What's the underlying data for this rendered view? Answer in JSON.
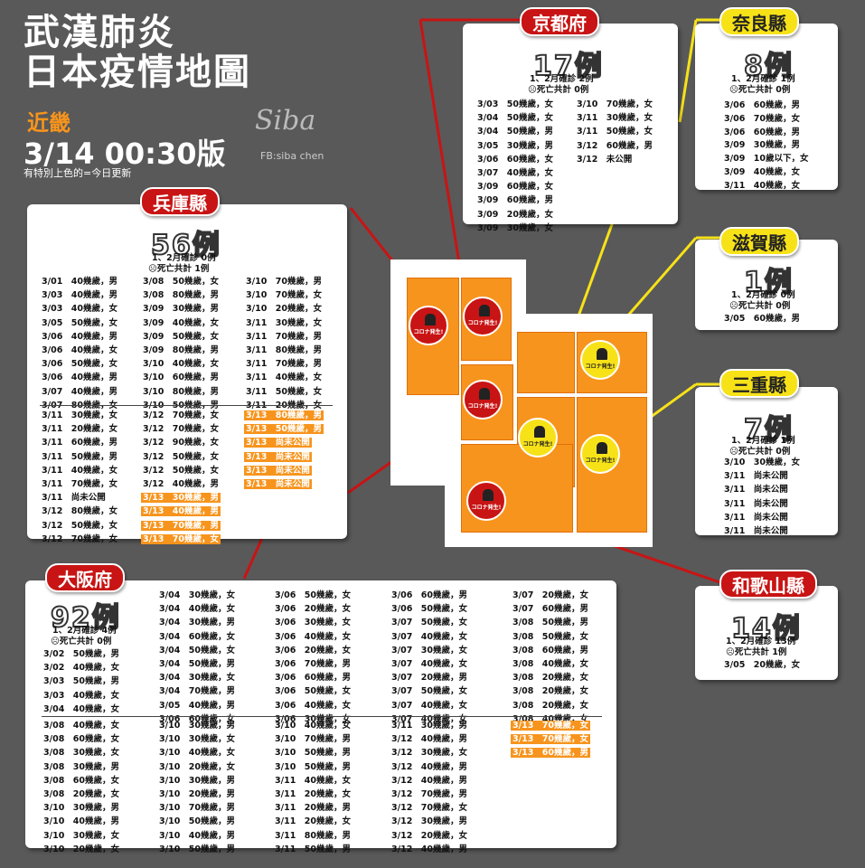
{
  "header": {
    "title1": "武漢肺炎",
    "title2": "日本疫情地圖",
    "region": "近畿",
    "version": "3/14 00:30版",
    "note": "有特別上色的=今日更新",
    "signature": "Siba",
    "fb": "FB:siba chen"
  },
  "marker_label": "コロナ発生!",
  "colors": {
    "red": "#c81414",
    "yellow": "#f7e218",
    "orange": "#f7941d",
    "background": "#595959"
  },
  "boxes": {
    "kyoto": {
      "name": "京都府",
      "count": "17例",
      "sub1": "1、2月確診 2例",
      "sub2": "☹死亡共計 0例",
      "cols": [
        [
          {
            "t": "3/03　50幾歲，女"
          },
          {
            "t": "3/04　50幾歲，女"
          },
          {
            "t": "3/04　50幾歲，男"
          },
          {
            "t": "3/05　30幾歲，男"
          },
          {
            "t": "3/06　60幾歲，女"
          },
          {
            "t": "3/07　40幾歲，女"
          },
          {
            "t": "3/09　60幾歲，女"
          },
          {
            "t": "3/09　60幾歲，男"
          },
          {
            "t": "3/09　20幾歲，女"
          },
          {
            "t": "3/09　30幾歲，女"
          }
        ],
        [
          {
            "t": "3/10　70幾歲，女"
          },
          {
            "t": "3/11　30幾歲，女"
          },
          {
            "t": "3/11　50幾歲，女"
          },
          {
            "t": "3/12　60幾歲，男"
          },
          {
            "t": "3/12　未公開"
          }
        ]
      ]
    },
    "nara": {
      "name": "奈良縣",
      "count": "8例",
      "sub1": "1、2月確診 1例",
      "sub2": "☹死亡共計 0例",
      "cols": [
        [
          {
            "t": "3/06　60幾歲，男"
          },
          {
            "t": "3/06　70幾歲，女"
          },
          {
            "t": "3/06　60幾歲，男"
          },
          {
            "t": "3/09　30幾歲，男"
          },
          {
            "t": "3/09　10歲以下，女"
          },
          {
            "t": "3/09　40幾歲，女"
          },
          {
            "t": "3/11　40幾歲，女"
          }
        ]
      ]
    },
    "shiga": {
      "name": "滋賀縣",
      "count": "1例",
      "sub1": "1、2月確診 0例",
      "sub2": "☹死亡共計 0例",
      "cols": [
        [
          {
            "t": "3/05　60幾歲，男"
          }
        ]
      ]
    },
    "mie": {
      "name": "三重縣",
      "count": "7例",
      "sub1": "1、2月確診 1例",
      "sub2": "☹死亡共計 0例",
      "cols": [
        [
          {
            "t": "3/10　30幾歲，女"
          },
          {
            "t": "3/11　尚未公開"
          },
          {
            "t": "3/11　尚未公開"
          },
          {
            "t": "3/11　尚未公開"
          },
          {
            "t": "3/11　尚未公開"
          },
          {
            "t": "3/11　尚未公開"
          }
        ]
      ]
    },
    "wakayama": {
      "name": "和歌山縣",
      "count": "14例",
      "sub1": "1、2月確診 13例",
      "sub2": "☹死亡共計 1例",
      "cols": [
        [
          {
            "t": "3/05　20幾歲，女"
          }
        ]
      ]
    },
    "hyogo": {
      "name": "兵庫縣",
      "count": "56例",
      "sub1": "1、2月確診 0例",
      "sub2": "☹死亡共計 1例",
      "cols": [
        [
          {
            "t": "3/01　40幾歲，男"
          },
          {
            "t": "3/03　40幾歲，男"
          },
          {
            "t": "3/03　40幾歲，女"
          },
          {
            "t": "3/05　50幾歲，女"
          },
          {
            "t": "3/06　40幾歲，男"
          },
          {
            "t": "3/06　40幾歲，女"
          },
          {
            "t": "3/06　50幾歲，女"
          },
          {
            "t": "3/06　40幾歲，男"
          },
          {
            "t": "3/07　40幾歲，男"
          },
          {
            "t": "3/07　80幾歲，女"
          }
        ],
        [
          {
            "t": "3/08　50幾歲，女"
          },
          {
            "t": "3/08　80幾歲，男"
          },
          {
            "t": "3/09　30幾歲，男"
          },
          {
            "t": "3/09　40幾歲，女"
          },
          {
            "t": "3/09　50幾歲，女"
          },
          {
            "t": "3/09　80幾歲，男"
          },
          {
            "t": "3/10　40幾歲，女"
          },
          {
            "t": "3/10　60幾歲，男"
          },
          {
            "t": "3/10　80幾歲，男"
          },
          {
            "t": "3/10　50幾歲，男"
          }
        ],
        [
          {
            "t": "3/10　70幾歲，男"
          },
          {
            "t": "3/10　70幾歲，女"
          },
          {
            "t": "3/10　20幾歲，女"
          },
          {
            "t": "3/11　30幾歲，女"
          },
          {
            "t": "3/11　70幾歲，男"
          },
          {
            "t": "3/11　80幾歲，男"
          },
          {
            "t": "3/11　70幾歲，男"
          },
          {
            "t": "3/11　40幾歲，女"
          },
          {
            "t": "3/11　50幾歲，女"
          },
          {
            "t": "3/11　20幾歲，女"
          }
        ],
        [
          {
            "t": "3/11　30幾歲，女"
          },
          {
            "t": "3/11　20幾歲，女"
          },
          {
            "t": "3/11　60幾歲，男"
          },
          {
            "t": "3/11　50幾歲，男"
          },
          {
            "t": "3/11　40幾歲，女"
          },
          {
            "t": "3/11　70幾歲，女"
          },
          {
            "t": "3/11　尚未公開"
          },
          {
            "t": "3/12　80幾歲，女"
          },
          {
            "t": "3/12　50幾歲，女"
          },
          {
            "t": "3/12　70幾歲，女"
          }
        ],
        [
          {
            "t": "3/12　70幾歲，女"
          },
          {
            "t": "3/12　70幾歲，女"
          },
          {
            "t": "3/12　90幾歲，女"
          },
          {
            "t": "3/12　50幾歲，女"
          },
          {
            "t": "3/12　50幾歲，女"
          },
          {
            "t": "3/12　40幾歲，男"
          },
          {
            "t": "3/13　30幾歲，男",
            "n": true
          },
          {
            "t": "3/13　40幾歲，男",
            "n": true
          },
          {
            "t": "3/13　70幾歲，男",
            "n": true
          },
          {
            "t": "3/13　70幾歲，女",
            "n": true
          }
        ],
        [
          {
            "t": "3/13　80幾歲，男",
            "n": true
          },
          {
            "t": "3/13　50幾歲，男",
            "n": true
          },
          {
            "t": "3/13　尚未公開",
            "n": true
          },
          {
            "t": "3/13　尚未公開",
            "n": true
          },
          {
            "t": "3/13　尚未公開",
            "n": true
          },
          {
            "t": "3/13　尚未公開",
            "n": true
          }
        ]
      ]
    },
    "osaka": {
      "name": "大阪府",
      "count": "92例",
      "sub1": "1、2月確診 4例",
      "sub2": "☹死亡共計 0例",
      "cols": [
        [
          {
            "t": "3/02　50幾歲，男"
          },
          {
            "t": "3/02　40幾歲，女"
          },
          {
            "t": "3/03　50幾歲，男"
          },
          {
            "t": "3/03　40幾歲，女"
          },
          {
            "t": "3/04　40幾歲，女"
          }
        ],
        [
          {
            "t": "3/04　30幾歲，女"
          },
          {
            "t": "3/04　40幾歲，女"
          },
          {
            "t": "3/04　30幾歲，男"
          },
          {
            "t": "3/04　60幾歲，女"
          },
          {
            "t": "3/04　50幾歲，女"
          },
          {
            "t": "3/04　50幾歲，男"
          },
          {
            "t": "3/04　30幾歲，女"
          },
          {
            "t": "3/04　70幾歲，男"
          },
          {
            "t": "3/05　40幾歲，男"
          },
          {
            "t": "3/06　60幾歲，女"
          }
        ],
        [
          {
            "t": "3/06　50幾歲，女"
          },
          {
            "t": "3/06　20幾歲，女"
          },
          {
            "t": "3/06　30幾歲，女"
          },
          {
            "t": "3/06　40幾歲，女"
          },
          {
            "t": "3/06　20幾歲，女"
          },
          {
            "t": "3/06　70幾歲，男"
          },
          {
            "t": "3/06　60幾歲，男"
          },
          {
            "t": "3/06　50幾歲，女"
          },
          {
            "t": "3/06　40幾歲，女"
          },
          {
            "t": "3/06　30幾歲，女"
          }
        ],
        [
          {
            "t": "3/06　60幾歲，男"
          },
          {
            "t": "3/06　50幾歲，女"
          },
          {
            "t": "3/07　50幾歲，女"
          },
          {
            "t": "3/07　40幾歲，女"
          },
          {
            "t": "3/07　30幾歲，女"
          },
          {
            "t": "3/07　40幾歲，女"
          },
          {
            "t": "3/07　20幾歲，男"
          },
          {
            "t": "3/07　50幾歲，女"
          },
          {
            "t": "3/07　40幾歲，女"
          },
          {
            "t": "3/07　40幾歲，女"
          }
        ],
        [
          {
            "t": "3/07　20幾歲，女"
          },
          {
            "t": "3/07　60幾歲，男"
          },
          {
            "t": "3/08　50幾歲，男"
          },
          {
            "t": "3/08　50幾歲，女"
          },
          {
            "t": "3/08　60幾歲，男"
          },
          {
            "t": "3/08　40幾歲，女"
          },
          {
            "t": "3/08　20幾歲，女"
          },
          {
            "t": "3/08　20幾歲，女"
          },
          {
            "t": "3/08　20幾歲，女"
          },
          {
            "t": "3/08　40幾歲，女"
          }
        ],
        [
          {
            "t": "3/08　40幾歲，女"
          },
          {
            "t": "3/08　60幾歲，女"
          },
          {
            "t": "3/08　30幾歲，女"
          },
          {
            "t": "3/08　30幾歲，男"
          },
          {
            "t": "3/08　60幾歲，女"
          },
          {
            "t": "3/08　20幾歲，女"
          },
          {
            "t": "3/10　30幾歲，男"
          },
          {
            "t": "3/10　40幾歲，男"
          },
          {
            "t": "3/10　30幾歲，女"
          },
          {
            "t": "3/10　20幾歲，女"
          }
        ],
        [
          {
            "t": "3/10　30幾歲，男"
          },
          {
            "t": "3/10　30幾歲，女"
          },
          {
            "t": "3/10　40幾歲，女"
          },
          {
            "t": "3/10　20幾歲，女"
          },
          {
            "t": "3/10　30幾歲，男"
          },
          {
            "t": "3/10　20幾歲，男"
          },
          {
            "t": "3/10　70幾歲，男"
          },
          {
            "t": "3/10　50幾歲，男"
          },
          {
            "t": "3/10　40幾歲，男"
          },
          {
            "t": "3/10　50幾歲，男"
          }
        ],
        [
          {
            "t": "3/10　40幾歲，女"
          },
          {
            "t": "3/10　70幾歲，男"
          },
          {
            "t": "3/10　50幾歲，男"
          },
          {
            "t": "3/10　50幾歲，男"
          },
          {
            "t": "3/11　40幾歲，女"
          },
          {
            "t": "3/11　20幾歲，女"
          },
          {
            "t": "3/11　20幾歲，男"
          },
          {
            "t": "3/11　20幾歲，女"
          },
          {
            "t": "3/11　80幾歲，男"
          },
          {
            "t": "3/11　50幾歲，男"
          }
        ],
        [
          {
            "t": "3/11　30幾歲，男"
          },
          {
            "t": "3/12　40幾歲，男"
          },
          {
            "t": "3/12　30幾歲，女"
          },
          {
            "t": "3/12　40幾歲，男"
          },
          {
            "t": "3/12　40幾歲，男"
          },
          {
            "t": "3/12　70幾歲，男"
          },
          {
            "t": "3/12　70幾歲，女"
          },
          {
            "t": "3/12　30幾歲，男"
          },
          {
            "t": "3/12　20幾歲，女"
          },
          {
            "t": "3/12　40幾歲，男"
          }
        ],
        [
          {
            "t": "3/13　70幾歲，女",
            "n": true
          },
          {
            "t": "3/13　70幾歲，女",
            "n": true
          },
          {
            "t": "3/13　60幾歲，男",
            "n": true
          }
        ]
      ]
    }
  }
}
